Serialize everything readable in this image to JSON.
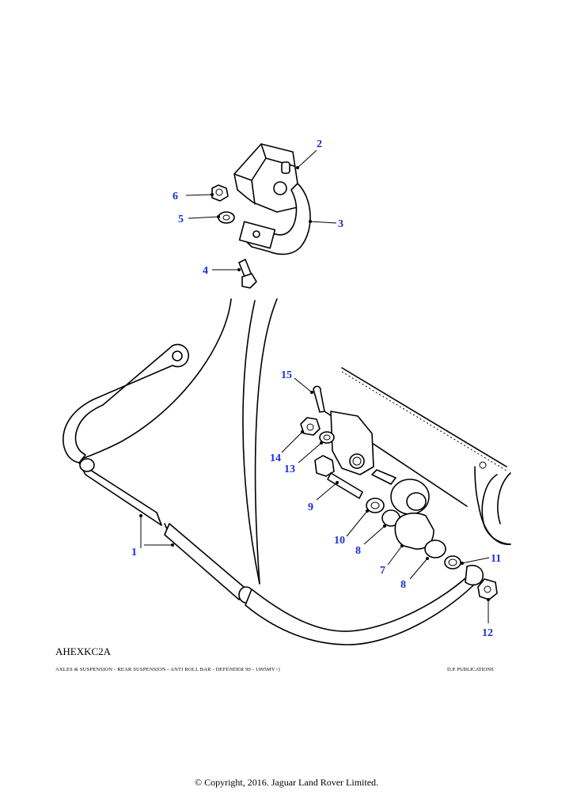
{
  "diagram": {
    "reference_code": "AHEXKC2A",
    "caption": "AXLES & SUSPENSION - REAR SUSPENSION - ANTI ROLL BAR - DEFENDER 90 - 1995MY>)",
    "publisher": "D.P. PUBLICATIONS",
    "callout_color": "#1a2fd8",
    "callouts": [
      "1",
      "2",
      "3",
      "4",
      "5",
      "6",
      "7",
      "8",
      "8",
      "9",
      "10",
      "11",
      "12",
      "13",
      "14",
      "15"
    ]
  },
  "footer": {
    "copyright": "© Copyright, 2016. Jaguar Land Rover Limited."
  }
}
